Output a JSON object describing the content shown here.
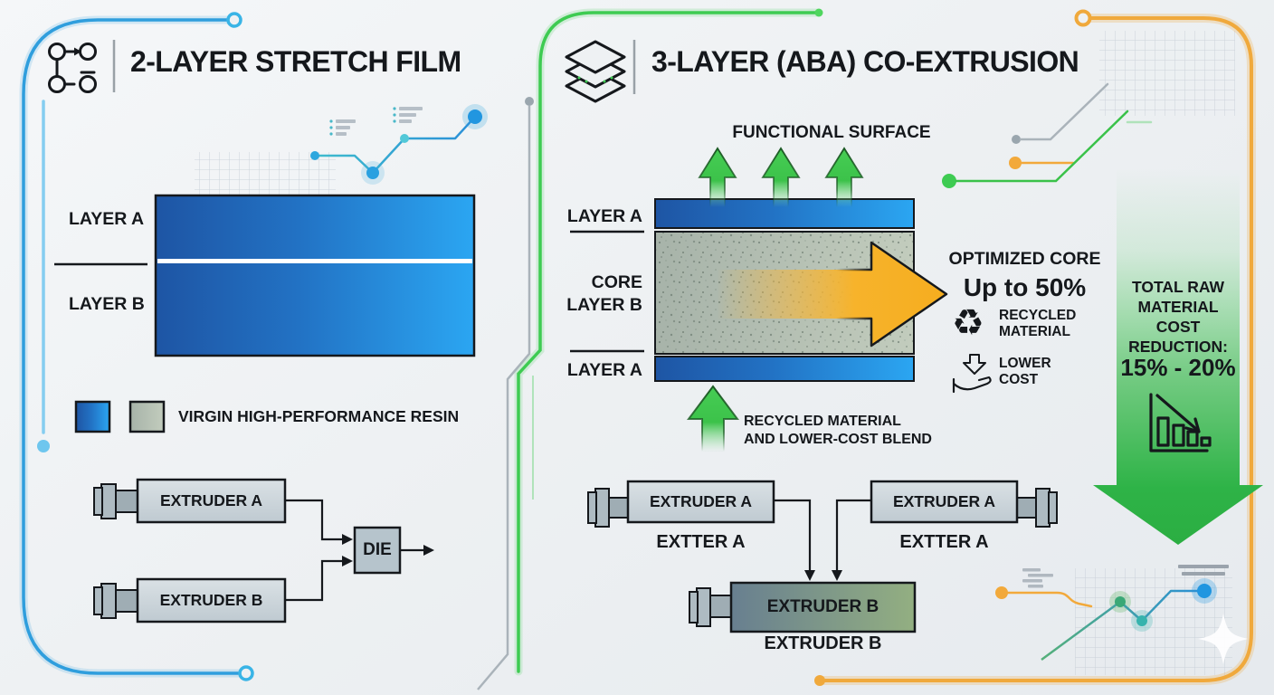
{
  "left_panel": {
    "title": "2-LAYER STRETCH FILM",
    "film": {
      "layer_a": "LAYER A",
      "layer_b": "LAYER B"
    },
    "legend_label": "VIRGIN HIGH-PERFORMANCE RESIN",
    "flow": {
      "extruder_a": "EXTRUDER A",
      "extruder_b": "EXTRUDER B",
      "die": "DIE"
    }
  },
  "right_panel": {
    "title": "3-LAYER (ABA) CO-EXTRUSION",
    "functional_surface": "FUNCTIONAL SURFACE",
    "film": {
      "layer_a_top": "LAYER A",
      "core_line1": "CORE",
      "core_line2": "LAYER B",
      "layer_a_bottom": "LAYER A"
    },
    "optimized_core": {
      "heading": "OPTIMIZED CORE",
      "value": "Up to 50%",
      "recycled_line1": "RECYCLED",
      "recycled_line2": "MATERIAL",
      "lower_line1": "LOWER",
      "lower_line2": "COST"
    },
    "blend_note": {
      "line1": "RECYCLED MATERIAL",
      "line2": "AND LOWER-COST BLEND"
    },
    "flow": {
      "extruder_a_left": "EXTRUDER A",
      "caption_a_left": "EXTTER A",
      "extruder_a_right": "EXTRUDER A",
      "caption_a_right": "EXTTER A",
      "extruder_b": "EXTRUDER B",
      "caption_b": "EXTRUDER B"
    }
  },
  "cost_column": {
    "line1": "TOTAL RAW",
    "line2": "MATERIAL",
    "line3": "COST",
    "line4": "REDUCTION:",
    "value": "15% - 20%"
  },
  "icons": {
    "recycle": "♻"
  },
  "colors": {
    "film_blue_dark": "#1e55a4",
    "film_blue_light": "#2ba6f2",
    "core_gray_green": "#b2bdb1",
    "arrow_green": "#3bc24b",
    "arrow_orange": "#f7b32b",
    "frame_blue": "#2f9edd",
    "frame_green": "#3ecb52",
    "frame_orange": "#f0a93c",
    "text": "#15181c"
  }
}
